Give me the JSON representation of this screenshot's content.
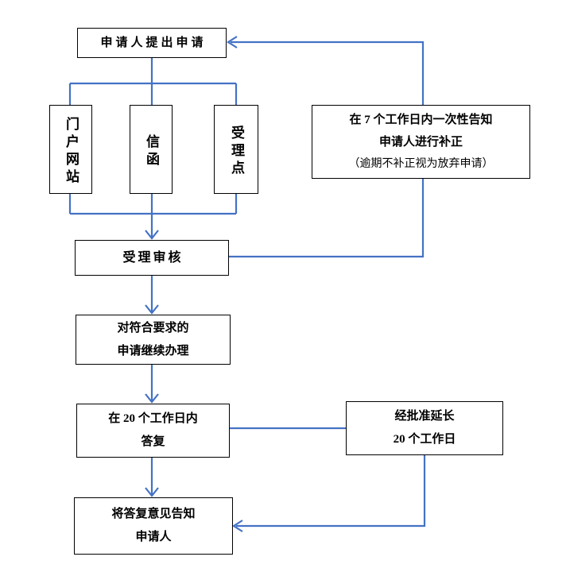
{
  "diagram": {
    "title": "application-process-flowchart",
    "colors": {
      "line": "#4472C4",
      "box_border": "#000000",
      "text": "#000000",
      "background": "#FFFFFF"
    },
    "boxes": {
      "apply": {
        "label": "申请人提出申请"
      },
      "portal": {
        "label": "门户网站"
      },
      "letter": {
        "label": "信函"
      },
      "accept_point": {
        "label": "受理点"
      },
      "notify_correction": {
        "line1": "在 7 个工作日内一次性告知",
        "line2": "申请人进行补正",
        "line3": "（逾期不补正视为放弃申请）"
      },
      "review": {
        "label": "受理审核"
      },
      "continue": {
        "line1": "对符合要求的",
        "line2": "申请继续办理"
      },
      "reply": {
        "line1": "在 20 个工作日内",
        "line2": "答复"
      },
      "extend": {
        "line1": "经批准延长",
        "line2": "20 个工作日"
      },
      "inform": {
        "line1": "将答复意见告知",
        "line2": "申请人"
      }
    }
  }
}
